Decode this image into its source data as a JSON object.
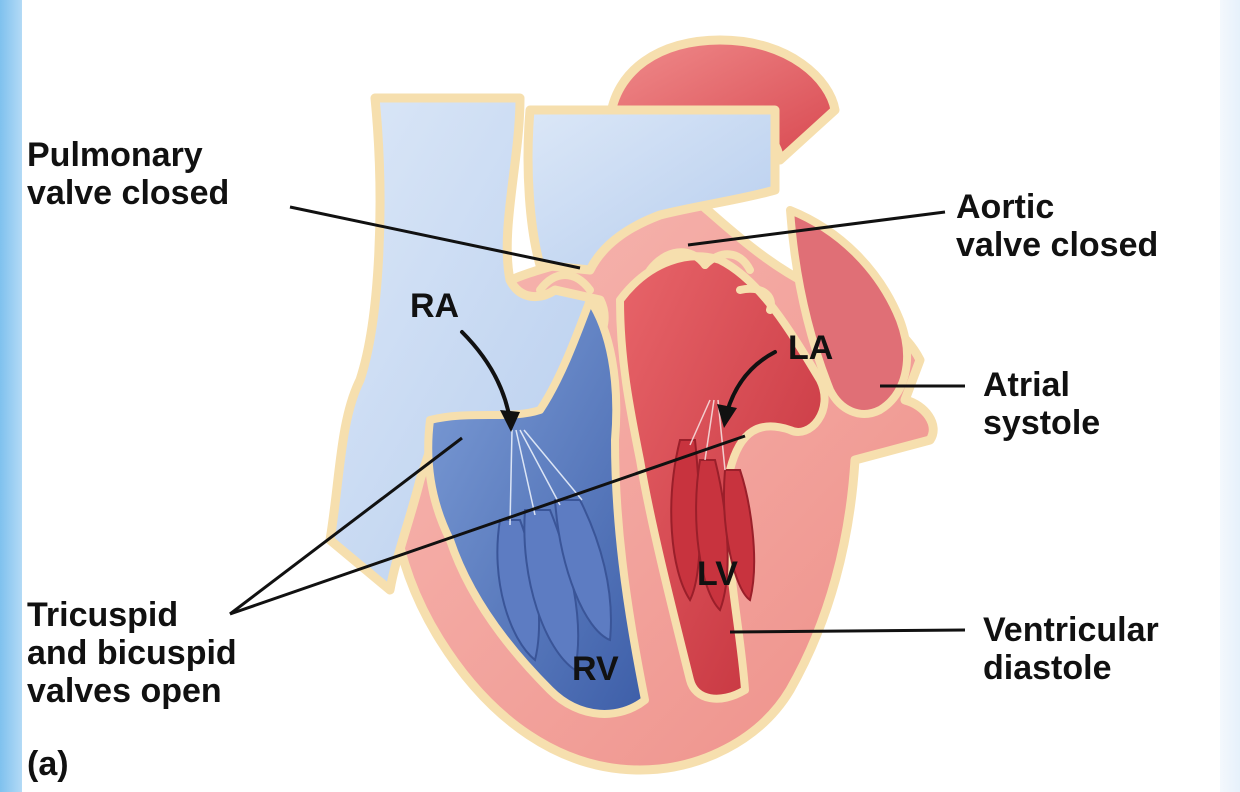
{
  "labels": {
    "pulmonary_valve": [
      "Pulmonary",
      "valve closed"
    ],
    "aortic_valve": [
      "Aortic",
      "valve closed"
    ],
    "atrial_systole": [
      "Atrial",
      "systole"
    ],
    "ventricular_diastole": [
      "Ventricular",
      "diastole"
    ],
    "av_valves": [
      "Tricuspid",
      "and bicuspid",
      "valves open"
    ],
    "panel": "(a)"
  },
  "chambers": {
    "right_atrium": "RA",
    "left_atrium": "LA",
    "right_ventricle": "RV",
    "left_ventricle": "LV"
  },
  "colors": {
    "deoxygenated": "#5b7fc4",
    "deoxygenated_light": "#c9daf1",
    "oxygenated": "#d8484f",
    "myocardium": "#f2a7a1",
    "outline": "#f6dfae"
  }
}
